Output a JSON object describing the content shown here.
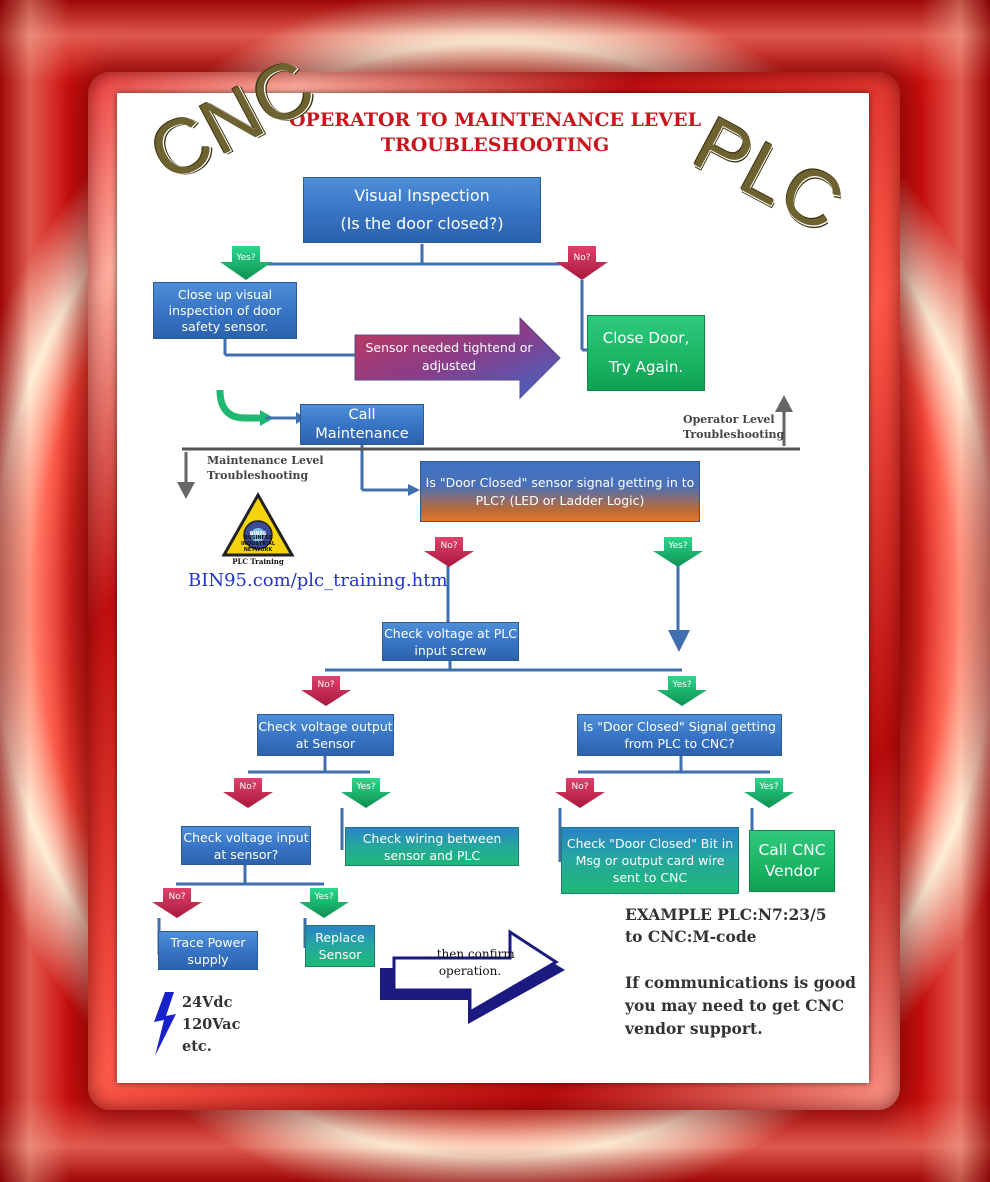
{
  "title": {
    "line1": "OPERATOR TO MAINTENANCE LEVEL",
    "line2": "TROUBLESHOOTING"
  },
  "corner_labels": {
    "left": "CNC",
    "right": "PLC"
  },
  "nodes": {
    "visual_inspection": {
      "line1": "Visual Inspection",
      "line2": "(Is the door closed?)"
    },
    "close_up_inspection": "Close up visual inspection of door safety sensor.",
    "sensor_adjust": "Sensor needed tightend or adjusted",
    "close_door": {
      "line1": "Close Door,",
      "line2": "Try Again."
    },
    "call_maintenance": {
      "line1": "Call",
      "line2": "Maintenance"
    },
    "door_closed_signal_plc": "Is \"Door Closed\" sensor signal getting in to PLC? (LED or Ladder Logic)",
    "check_voltage_plc": "Check voltage at PLC input screw",
    "check_voltage_output_sensor": "Check voltage output  at Sensor",
    "door_closed_plc_to_cnc": "Is \"Door Closed\" Signal getting from PLC to CNC?",
    "check_voltage_input_sensor": "Check voltage input at sensor?",
    "check_wiring": "Check wiring between sensor and PLC",
    "check_door_closed_bit": "Check \"Door Closed\" Bit in Msg or output  card wire sent to CNC",
    "call_cnc_vendor": "Call CNC Vendor",
    "trace_power": "Trace Power supply",
    "replace_sensor": "Replace Sensor",
    "confirm_operation": "...then confirm operation."
  },
  "tags": {
    "yes": "Yes?",
    "no": "No?"
  },
  "level_labels": {
    "operator": "Operator Level Troubleshooting",
    "maintenance": "Maintenance Level Troubleshooting"
  },
  "logo": {
    "ring_text": "BUSINESS INDUSTRIAL NETWORK",
    "center": "BIN95",
    "caption": "PLC Training"
  },
  "url": "BIN95.com/plc_training.htm",
  "power_note": {
    "line1": "24Vdc",
    "line2": "120Vac",
    "line3": "etc."
  },
  "example_note": {
    "line1": "EXAMPLE PLC:N7:23/5",
    "line2": "to CNC:M-code"
  },
  "comms_note": {
    "line1": "If communications is good",
    "line2": "you may need to get CNC",
    "line3": "vendor support."
  },
  "colors": {
    "title": "#c8141b",
    "box_blue": "#3773c4",
    "box_green": "#19b563",
    "arrow_red": "#d6325c",
    "arrow_green": "#1fb36c",
    "connector": "#3f6fae"
  }
}
